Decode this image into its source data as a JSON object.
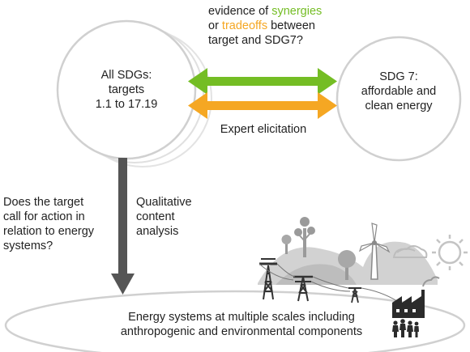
{
  "top_question": {
    "line1_prefix": "evidence of ",
    "line1_highlight": "synergies",
    "line2_prefix": "or ",
    "line2_highlight": "tradeoffs",
    "line2_suffix": " between",
    "line3": "target and SDG7?"
  },
  "left_circle": {
    "lines": [
      "All SDGs:",
      "targets",
      "1.1 to 17.19"
    ]
  },
  "right_circle": {
    "lines": [
      "SDG 7:",
      "affordable and",
      "clean energy"
    ]
  },
  "arrow_label": "Expert elicitation",
  "left_question": {
    "lines": [
      "Does the target",
      "call for action in",
      "relation to energy",
      "systems?"
    ]
  },
  "method_label": {
    "lines": [
      "Qualitative",
      "content",
      "analysis"
    ]
  },
  "bottom_ellipse": {
    "lines": [
      "Energy systems at multiple scales including",
      "anthropogenic and environmental components"
    ]
  },
  "colors": {
    "synergy_green": "#74bd24",
    "tradeoff_orange": "#f5a723",
    "arrow_gray": "#555555",
    "circle_stroke": "#cfcfcf",
    "landscape_gray": "#c9c9c9"
  },
  "icons": [
    "tree-icon",
    "wind-turbine-icon",
    "sun-icon",
    "cloud-icon",
    "transmission-tower-icon",
    "factory-icon",
    "people-icon"
  ]
}
